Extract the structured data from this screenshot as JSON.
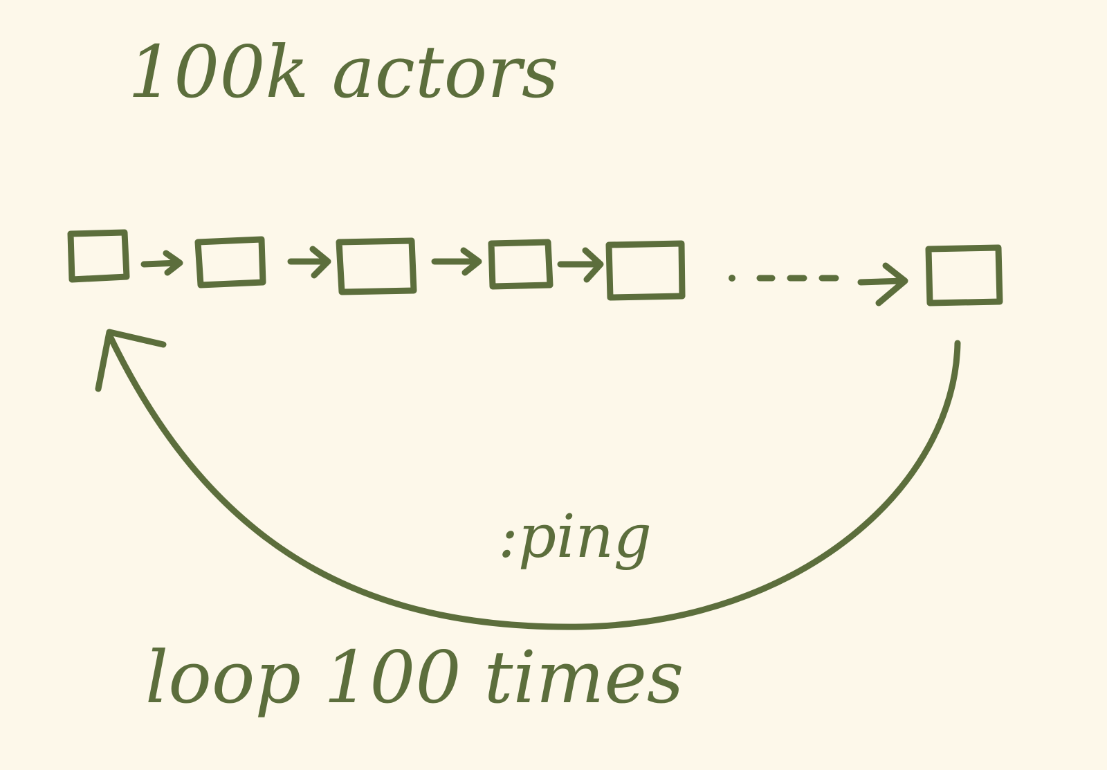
{
  "diagram": {
    "title": "100k actors",
    "message_label": ":ping",
    "footer": "loop 100 times",
    "actor_count_drawn": 6,
    "colors": {
      "ink": "#5c6e3c",
      "paper": "#fdf8ea"
    }
  }
}
